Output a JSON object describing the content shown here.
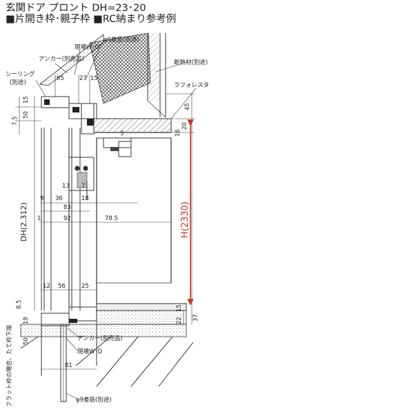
{
  "header": {
    "title": "玄関ドア プロント DH=23･20",
    "subtitle": "■片開き枠･親子枠 ■RC納まり参考例"
  },
  "labels": {
    "rebar_top": "φ9差筋(別途)",
    "genba_wd_top": "現場W･D",
    "anchor_top": "アンカー(別売品)",
    "sealing_1": "シーリング",
    "sealing_2": "(別途)",
    "insulation": "断熱材(別途)",
    "lafore": "ラフォレスタ",
    "anchor_bottom": "アンカー(別売品)",
    "genba_wd_bottom": "現場W･D",
    "rebar_bottom": "φ9差筋(別途)",
    "flat_sill_note": "フラット枠の場合、たて枠下端",
    "dh": "DH(2,312)",
    "h": "H(2330)"
  },
  "dims": {
    "d65": "65",
    "d27": "27",
    "d15a": "15",
    "d15b": "15",
    "d50a": "50",
    "d7_5": "7.5",
    "d45": "45",
    "d16": "16",
    "d20": "20",
    "d3": "3",
    "d13": "13",
    "d7": "7",
    "d9": "9",
    "d36": "36",
    "d18": "18",
    "d83": "83",
    "d1": "1",
    "d92": "92",
    "d78_5": "78.5",
    "d12": "12",
    "d56": "56",
    "d25": "25",
    "d8_5": "8.5",
    "d19": "19",
    "d22": "22",
    "d15c": "15",
    "d37": "37",
    "d50b": "50",
    "d81": "81"
  },
  "colors": {
    "line": "#333333",
    "accent_red": "#c0392b",
    "hatch": "#555555",
    "concrete": "#dddddd"
  }
}
